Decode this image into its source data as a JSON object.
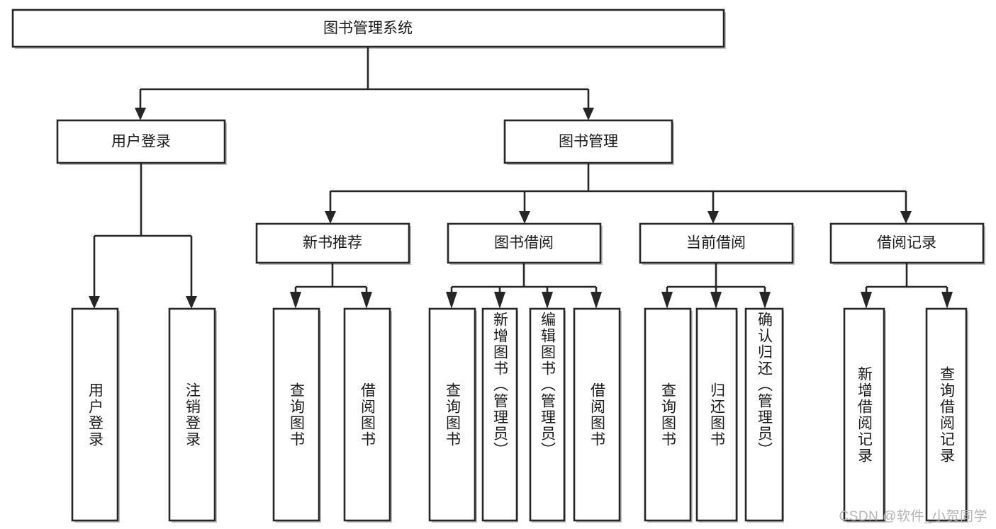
{
  "diagram": {
    "type": "tree-hierarchy",
    "title": "图书管理系统",
    "root": {
      "id": "root",
      "label": "图书管理系统",
      "orientation": "horizontal"
    },
    "level1": [
      {
        "id": "user-login",
        "label": "用户登录",
        "orientation": "horizontal"
      },
      {
        "id": "book-management",
        "label": "图书管理",
        "orientation": "horizontal"
      }
    ],
    "level2": [
      {
        "id": "new-book-recommend",
        "label": "新书推荐",
        "orientation": "horizontal",
        "parent": "book-management"
      },
      {
        "id": "book-borrow",
        "label": "图书借阅",
        "orientation": "horizontal",
        "parent": "book-management"
      },
      {
        "id": "current-borrow",
        "label": "当前借阅",
        "orientation": "horizontal",
        "parent": "book-management"
      },
      {
        "id": "borrow-record",
        "label": "借阅记录",
        "orientation": "horizontal",
        "parent": "book-management"
      }
    ],
    "leaves": [
      {
        "id": "leaf-user-login",
        "label": "用户登录",
        "orientation": "vertical",
        "parent": "user-login"
      },
      {
        "id": "leaf-logout-login",
        "label": "注销登录",
        "orientation": "vertical",
        "parent": "user-login"
      },
      {
        "id": "leaf-query-book-1",
        "label": "查询图书",
        "orientation": "vertical",
        "parent": "new-book-recommend"
      },
      {
        "id": "leaf-borrow-book-1",
        "label": "借阅图书",
        "orientation": "vertical",
        "parent": "new-book-recommend"
      },
      {
        "id": "leaf-query-book-2",
        "label": "查询图书",
        "orientation": "vertical",
        "parent": "book-borrow"
      },
      {
        "id": "leaf-add-book",
        "label": "新增图书（管理员）",
        "orientation": "vertical",
        "parent": "book-borrow"
      },
      {
        "id": "leaf-edit-book",
        "label": "编辑图书（管理员）",
        "orientation": "vertical",
        "parent": "book-borrow"
      },
      {
        "id": "leaf-borrow-book-2",
        "label": "借阅图书",
        "orientation": "vertical",
        "parent": "book-borrow"
      },
      {
        "id": "leaf-query-book-3",
        "label": "查询图书",
        "orientation": "vertical",
        "parent": "current-borrow"
      },
      {
        "id": "leaf-return-book",
        "label": "归还图书",
        "orientation": "vertical",
        "parent": "current-borrow"
      },
      {
        "id": "leaf-confirm-return",
        "label": "确认归还（管理员）",
        "orientation": "vertical",
        "parent": "current-borrow"
      },
      {
        "id": "leaf-add-record",
        "label": "新增借阅记录",
        "orientation": "vertical",
        "parent": "borrow-record"
      },
      {
        "id": "leaf-query-record",
        "label": "查询借阅记录",
        "orientation": "vertical",
        "parent": "borrow-record"
      }
    ]
  },
  "watermark": {
    "text": "CSDN @软件_小贺同学"
  },
  "colors": {
    "stroke": "#262626",
    "fill": "#ffffff",
    "text": "#1a1a1a",
    "watermark": "#b3b3b3",
    "shadow": "#8c8c8c"
  }
}
